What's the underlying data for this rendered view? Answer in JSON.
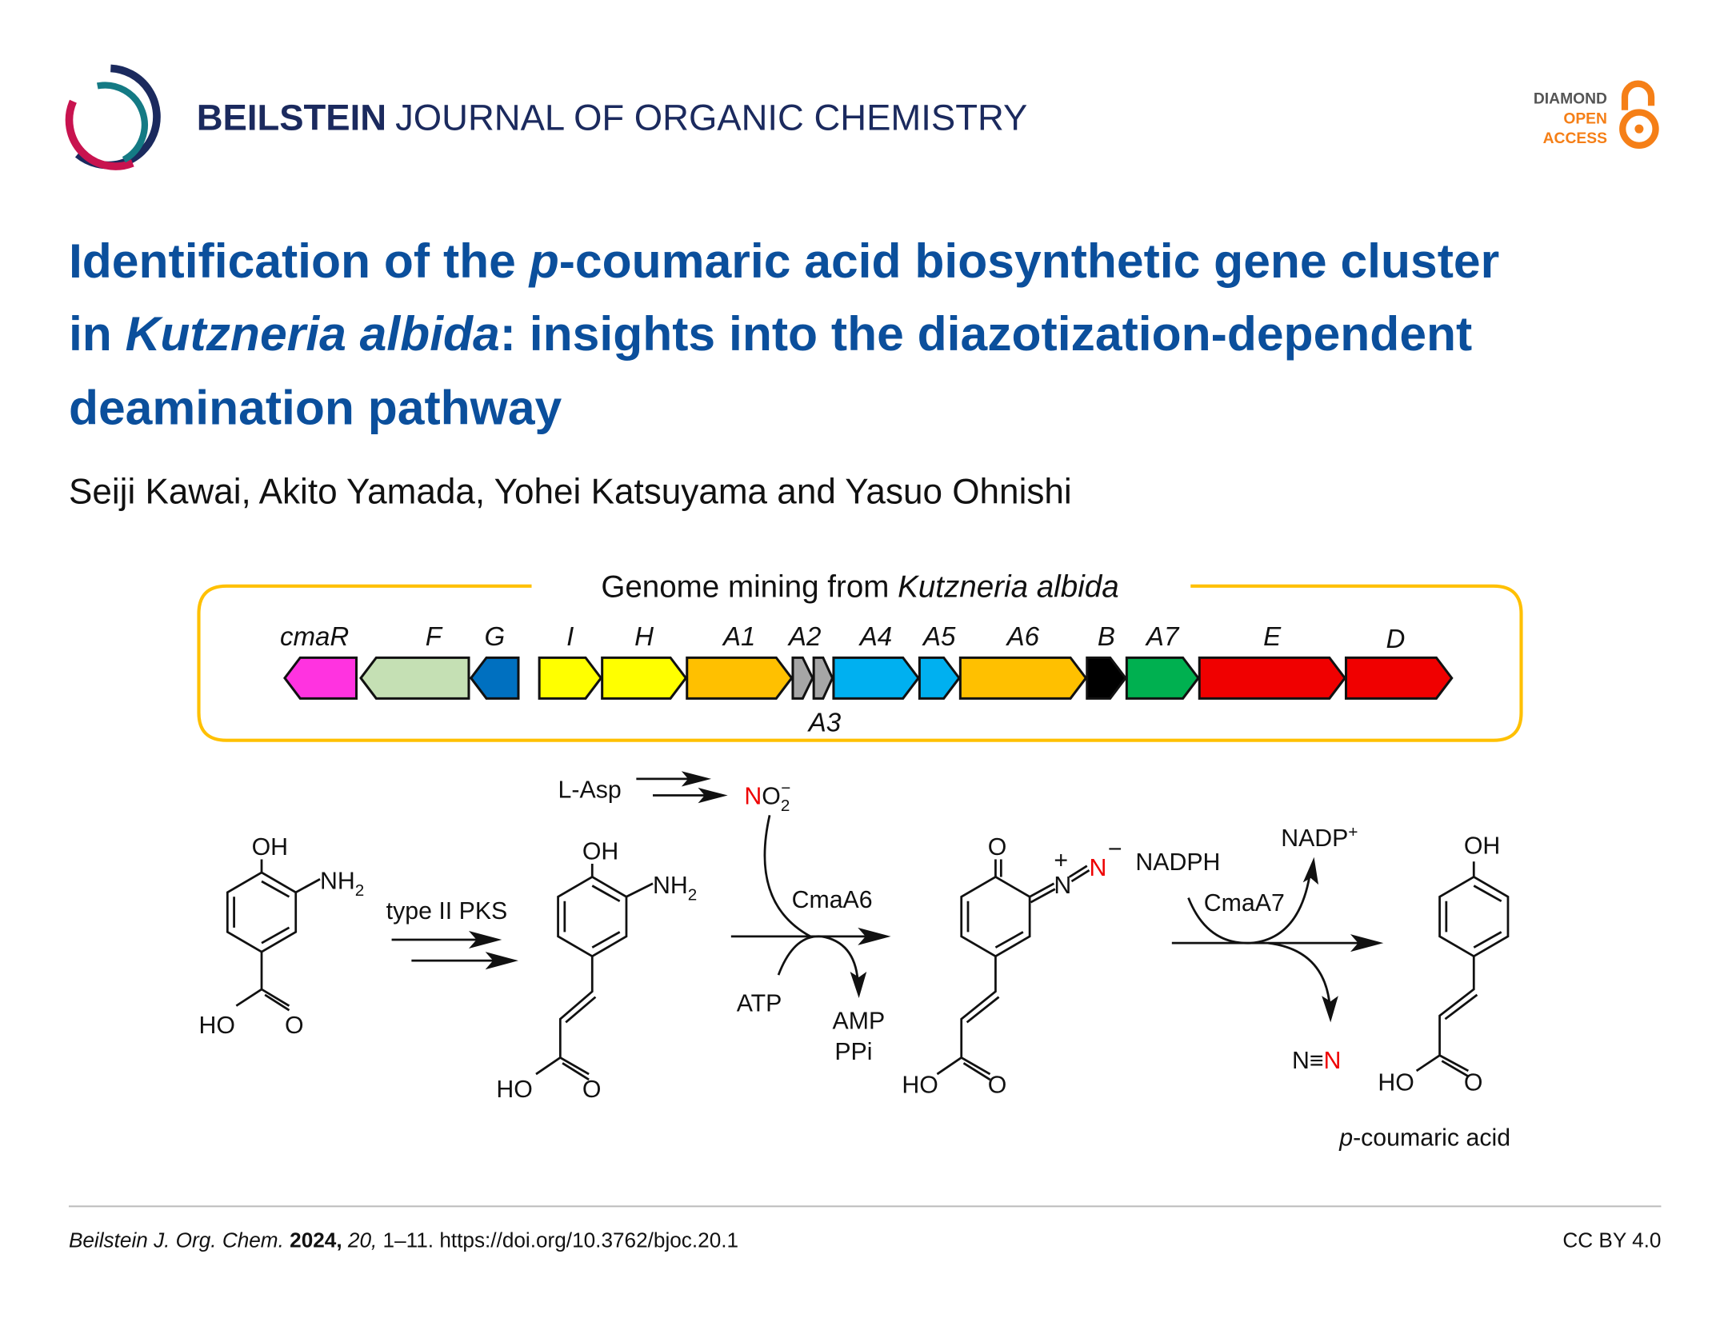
{
  "header": {
    "journal_bold": "BEILSTEIN",
    "journal_rest": "JOURNAL OF ORGANIC CHEMISTRY",
    "badge": {
      "line1": "DIAMOND",
      "line2": "OPEN",
      "line3": "ACCESS"
    }
  },
  "article": {
    "title_l1_a": "Identification of the ",
    "title_l1_b": "p",
    "title_l1_c": "-coumaric acid biosynthetic gene cluster",
    "title_l2_a": "in ",
    "title_l2_b": "Kutzneria albida",
    "title_l2_c": ": insights into the diazotization-dependent",
    "title_l3": "deamination pathway",
    "authors": "Seiji Kawai, Akito Yamada, Yohei Katsuyama and Yasuo Ohnishi"
  },
  "figure": {
    "box_title_a": "Genome mining from ",
    "box_title_b": "Kutzneria albida",
    "genes": [
      {
        "label": "cmaR",
        "color": "#ff33e0",
        "dir": "left"
      },
      {
        "label": "F",
        "color": "#c5e0b4",
        "dir": "left"
      },
      {
        "label": "G",
        "color": "#0070c0",
        "dir": "left"
      },
      {
        "label": "I",
        "color": "#ffff00",
        "dir": "right"
      },
      {
        "label": "H",
        "color": "#ffff00",
        "dir": "right"
      },
      {
        "label": "A1",
        "color": "#ffc000",
        "dir": "right"
      },
      {
        "label": "A2",
        "color": "#a6a6a6",
        "dir": "right"
      },
      {
        "label": "A3",
        "color": "#a6a6a6",
        "dir": "right"
      },
      {
        "label": "A4",
        "color": "#00b0f0",
        "dir": "right"
      },
      {
        "label": "A5",
        "color": "#00b0f0",
        "dir": "right"
      },
      {
        "label": "A6",
        "color": "#ffc000",
        "dir": "right"
      },
      {
        "label": "B",
        "color": "#000000",
        "dir": "right"
      },
      {
        "label": "A7",
        "color": "#00b050",
        "dir": "right"
      },
      {
        "label": "E",
        "color": "#f00000",
        "dir": "right"
      },
      {
        "label": "D",
        "color": "#f00000",
        "dir": "right"
      }
    ],
    "scheme": {
      "oh": "OH",
      "nh": "NH",
      "sub2": "2",
      "ho": "HO",
      "o": "O",
      "pks": "type II PKS",
      "lasp": "L-Asp",
      "no2_n": "N",
      "no2_o": "O",
      "no2_sub": "2",
      "no2_sup": "−",
      "cmaa6": "CmaA6",
      "atp": "ATP",
      "amp": "AMP",
      "ppi": "PPi",
      "n": "N",
      "plus": "+",
      "minus": "−",
      "nadph": "NADPH",
      "cmaa7": "CmaA7",
      "nadp": "NADP",
      "nadp_sup": "+",
      "n2_a": "N≡",
      "n2_b": "N",
      "product_a": "p",
      "product_b": "-coumaric acid"
    }
  },
  "footer": {
    "journal": "Beilstein J. Org. Chem.",
    "year": "2024,",
    "volume": "20,",
    "pages_doi": "1–11. https://doi.org/10.3762/bjoc.20.1",
    "license": "CC BY 4.0"
  }
}
